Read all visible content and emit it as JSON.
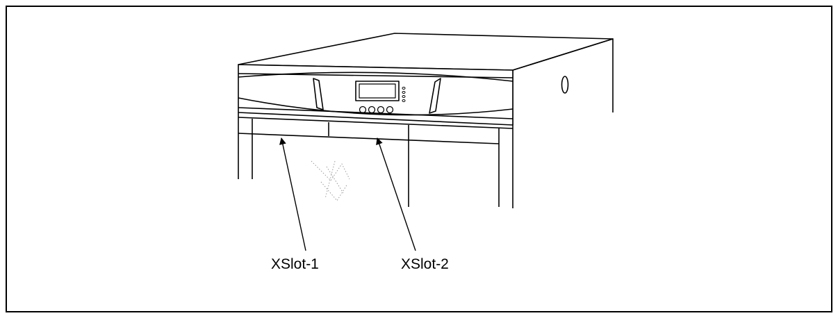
{
  "callouts": [
    {
      "label": "XSlot-1"
    },
    {
      "label": "XSlot-2"
    }
  ],
  "colors": {
    "line": "#000000",
    "background": "#ffffff",
    "frame": "#000000"
  },
  "icons": [
    "tape-library-illustration",
    "arrow-icon",
    "arrow-icon"
  ]
}
